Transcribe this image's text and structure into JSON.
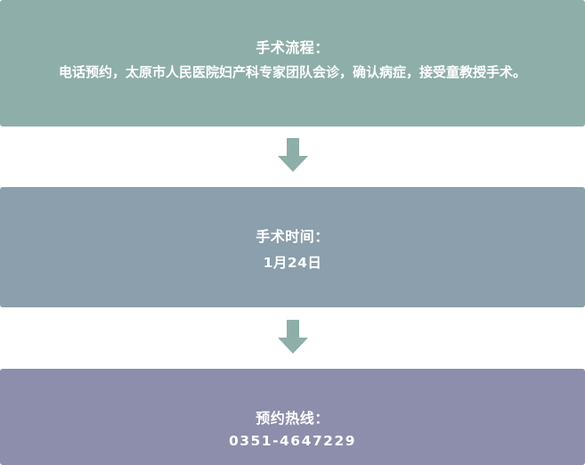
{
  "steps": [
    {
      "heading": "手术流程：",
      "body": "电话预约，太原市人民医院妇产科专家团队会诊，确认病症，接受童教授手术。",
      "color": "#8eaea9"
    },
    {
      "heading": "手术时间：",
      "body": "1月24日",
      "color": "#8b9fac"
    },
    {
      "heading": "预约热线：",
      "body": "0351-4647229",
      "color": "#8d8eab"
    }
  ],
  "arrow_icon": "arrow-down-icon",
  "arrow_color": "#8eaea9"
}
